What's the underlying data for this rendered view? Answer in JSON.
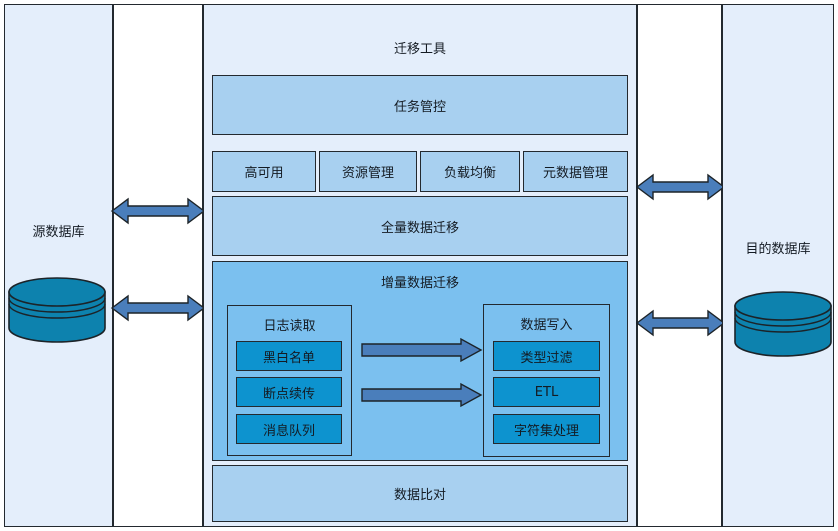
{
  "diagram": {
    "source_panel": {
      "label": "源数据库",
      "db_icon": "database-cylinder-icon"
    },
    "target_panel": {
      "label": "目的数据库",
      "db_icon": "database-cylinder-icon"
    },
    "tool_panel": {
      "title": "迁移工具",
      "task_control": "任务管控",
      "capabilities": [
        "高可用",
        "资源管理",
        "负载均衡",
        "元数据管理"
      ],
      "full_migration": "全量数据迁移",
      "incremental": {
        "title": "增量数据迁移",
        "reader": {
          "title": "日志读取",
          "items": [
            "黑白名单",
            "断点续传",
            "消息队列"
          ]
        },
        "writer": {
          "title": "数据写入",
          "items": [
            "类型过滤",
            "ETL",
            "字符集处理"
          ]
        },
        "flow_arrows": [
          "flow-arrow-top",
          "flow-arrow-bottom"
        ]
      },
      "data_compare": "数据比对"
    },
    "connectors": [
      "source-tool-arrow-top",
      "source-tool-arrow-bottom",
      "tool-target-arrow-top",
      "tool-target-arrow-bottom"
    ],
    "colors": {
      "panel_light": "#e4eefb",
      "box_mid": "#a8d0f0",
      "box_strong": "#7bc0ef",
      "box_cyan": "#0d93cf",
      "arrow_blue": "#4a7ebb",
      "stroke": "#23292f",
      "db_fill": "#0d82ae"
    }
  }
}
